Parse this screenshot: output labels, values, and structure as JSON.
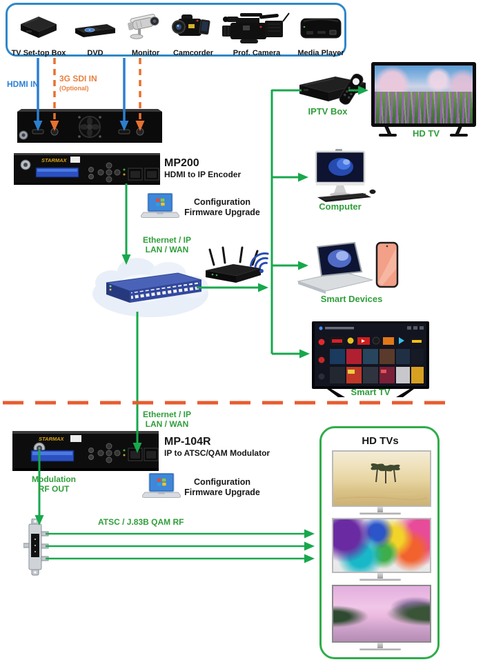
{
  "colors": {
    "line_green": "#17a84c",
    "text_green": "#2f9e3a",
    "hdmi_blue": "#2b7fd6",
    "sdi_orange": "#e8702f",
    "divider_orange": "#e85c30",
    "panel_border_blue": "#2f88c9",
    "hdtvs_border_green": "#2fad4a"
  },
  "source_panel": {
    "items": [
      {
        "label": "TV Set-top Box"
      },
      {
        "label": "DVD"
      },
      {
        "label": "Monitor"
      },
      {
        "label": "Camcorder"
      },
      {
        "label": "Prof. Camera"
      },
      {
        "label": "Media Player"
      }
    ]
  },
  "input_labels": {
    "hdmi": "HDMI IN",
    "sdi": "3G SDI IN",
    "sdi_note": "(Optional)"
  },
  "encoder": {
    "model": "MP200",
    "description": "HDMI to IP Encoder",
    "brand": "STARMAX"
  },
  "encoder_config": {
    "line1": "Configuration",
    "line2": "Firmware Upgrade"
  },
  "network_upper": {
    "line1": "Ethernet / IP",
    "line2": "LAN / WAN"
  },
  "network_lower": {
    "line1": "Ethernet / IP",
    "line2": "LAN / WAN"
  },
  "endpoints": {
    "iptv_box": "IPTV Box",
    "hd_tv": "HD TV",
    "computer": "Computer",
    "smart_devices": "Smart Devices",
    "smart_tv": "Smart TV"
  },
  "modulator": {
    "model": "MP-104R",
    "description": "IP to ATSC/QAM Modulator",
    "brand": "STARMAX"
  },
  "modulator_config": {
    "line1": "Configuration",
    "line2": "Firmware Upgrade"
  },
  "rf_labels": {
    "modulation_line1": "Modulation",
    "modulation_line2": "RF OUT",
    "qam": "ATSC / J.83B QAM RF"
  },
  "hdtv_group": {
    "title": "HD TVs"
  }
}
